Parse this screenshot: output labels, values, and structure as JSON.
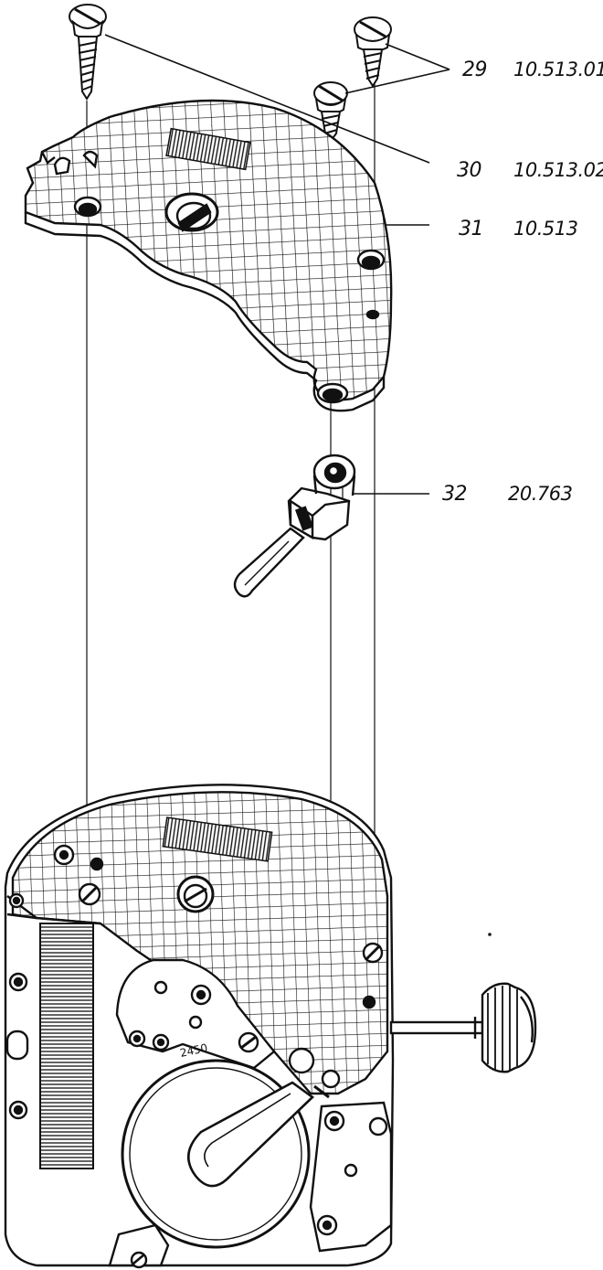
{
  "callouts": [
    {
      "id": "29",
      "number": "29",
      "code": "10.513.01"
    },
    {
      "id": "30",
      "number": "30",
      "code": "10.513.02"
    },
    {
      "id": "31",
      "number": "31",
      "code": "10.513"
    },
    {
      "id": "32",
      "number": "32",
      "code": "20.763"
    }
  ],
  "movement": {
    "stamp": "2450"
  }
}
